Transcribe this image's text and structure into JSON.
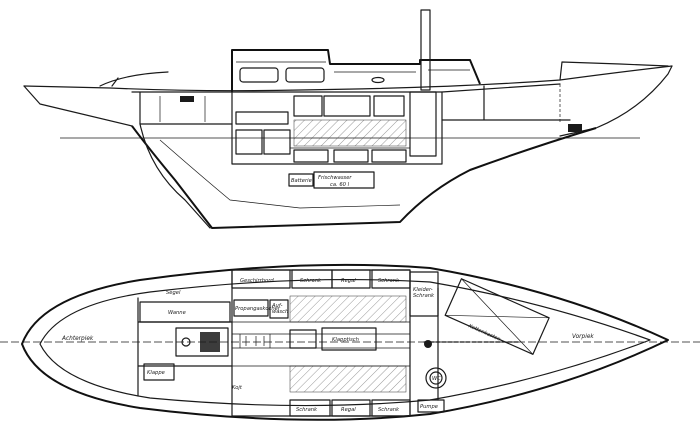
{
  "side_view": {
    "batterie": "Batterie",
    "frischwasser": "Frischwasser",
    "tank_volume": "ca. 60 l"
  },
  "plan_view": {
    "achterpiek": "Achterpiek",
    "segel": "Segel",
    "wanne": "Wanne",
    "klappe": "Klappe",
    "kojt": "Kojt",
    "geschirrbord": "Geschirrbord",
    "schrank_top": "Schrank",
    "regal_top": "Regal",
    "schrank_top2": "Schrank",
    "kleiderschrank": "Kleider-\nSchrank",
    "propangas": "Propangaskocher",
    "aufwasch": "Auf-\nwasch",
    "klapptisch": "Klapptisch",
    "kettenkasten": "Kettenkasten",
    "vorpiek": "Vorpiek",
    "schrank_bottom": "Schrank",
    "regal_bottom": "Regal",
    "schrank_bottom2": "Schrank",
    "pumpe": "Pumpe",
    "wc": "WC"
  },
  "colors": {
    "ink": "#1a1a1a",
    "paper": "#ffffff"
  }
}
